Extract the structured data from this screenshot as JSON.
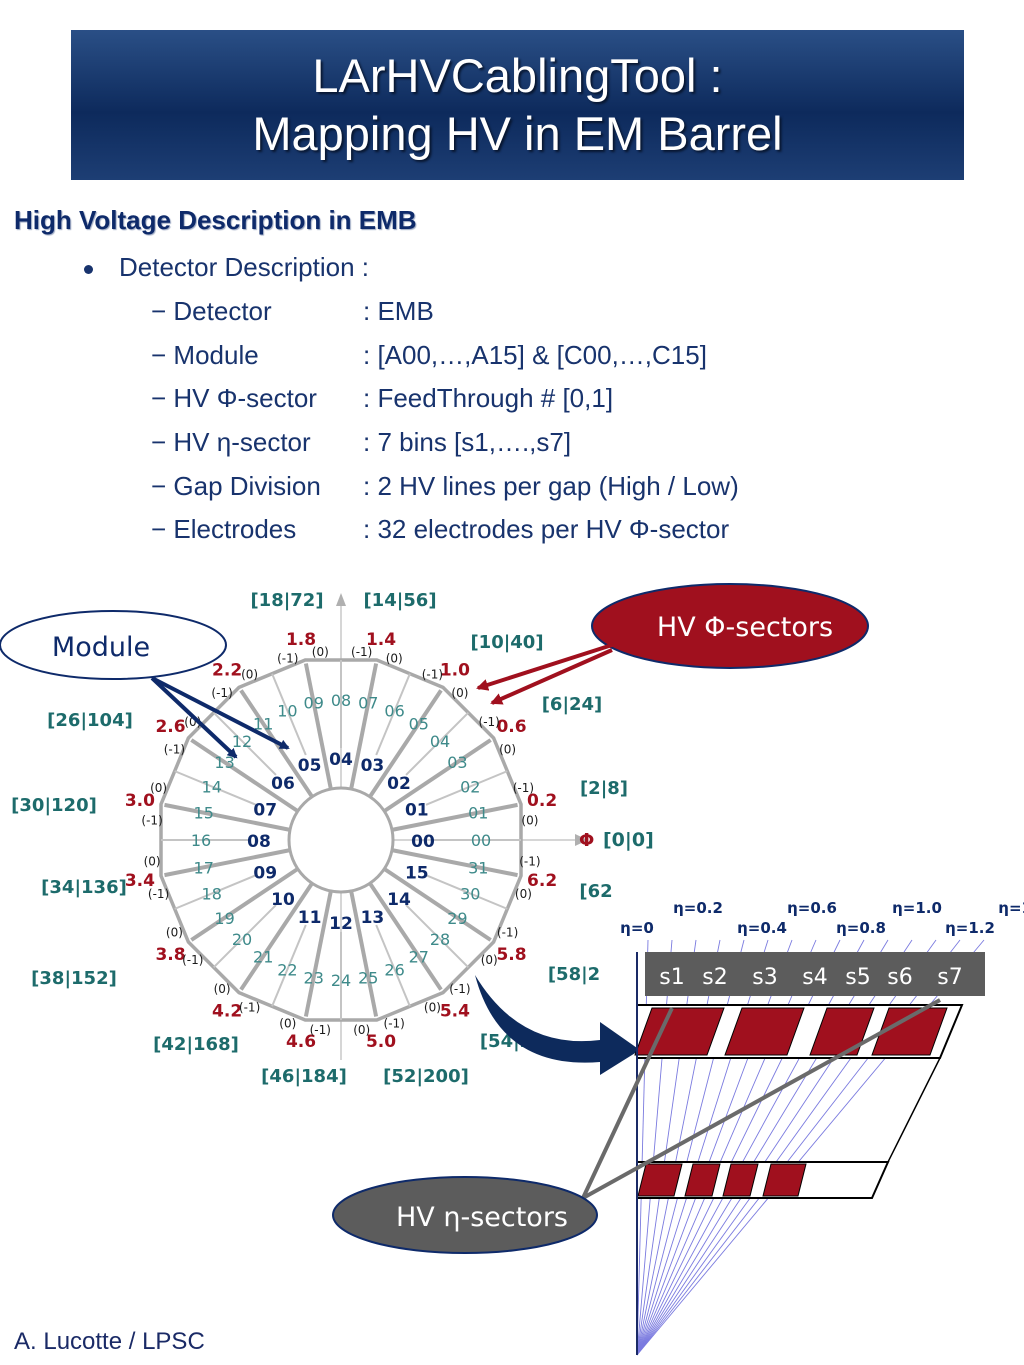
{
  "title": {
    "line1": "LArHVCablingTool :",
    "line2": "Mapping HV in EM Barrel"
  },
  "section_heading": "High Voltage Description in EMB",
  "bullet": "Detector Description :",
  "details": [
    {
      "key": "− Detector",
      "value": ": EMB"
    },
    {
      "key": "− Module",
      "value": ": [A00,…,A15] & [C00,…,C15]"
    },
    {
      "key": "− HV Φ-sector",
      "value": ": FeedThrough #  [0,1]"
    },
    {
      "key": "− HV η-sector",
      "value": ": 7 bins [s1,….,s7]"
    },
    {
      "key": "− Gap Division",
      "value": " : 2 HV lines per gap (High / Low)"
    },
    {
      "key": "− Electrodes",
      "value": ": 32 electrodes per HV Φ-sector"
    }
  ],
  "callouts": {
    "module": "Module",
    "phi_sectors": "HV Φ-sectors",
    "eta_sectors": "HV η-sectors"
  },
  "wheel": {
    "phi_label": "Φ",
    "phi_zero": "[0|0]",
    "bracket_labels": [
      "[18|72]",
      "[14|56]",
      "[10|40]",
      "[6|24]",
      "[2|8]",
      "[62",
      "[58|2",
      "[54|2",
      "[52|200]",
      "[46|184]",
      "[42|168]",
      "[38|152]",
      "[34|136]",
      "[30|120]",
      "[26|104]"
    ],
    "outer_values": [
      "1.8",
      "1.4",
      "1.0",
      "0.6",
      "0.2",
      "6.2",
      "5.8",
      "5.4",
      "5.0",
      "4.6",
      "4.2",
      "3.8",
      "3.4",
      "3.0",
      "2.6",
      "2.2"
    ],
    "electrode_numbers": [
      "00",
      "01",
      "02",
      "03",
      "04",
      "05",
      "06",
      "07",
      "08",
      "09",
      "10",
      "11",
      "12",
      "13",
      "14",
      "15",
      "16",
      "17",
      "18",
      "19",
      "20",
      "21",
      "22",
      "23",
      "24",
      "25",
      "26",
      "27",
      "28",
      "29",
      "30",
      "31"
    ],
    "module_numbers": [
      "00",
      "01",
      "02",
      "03",
      "04",
      "05",
      "06",
      "07",
      "08",
      "09",
      "10",
      "11",
      "12",
      "13",
      "14",
      "15"
    ],
    "side_labels": [
      "(0)",
      "(-1)"
    ]
  },
  "eta": {
    "upper_labels": [
      "η=0.2",
      "η=0.6",
      "η=1.0",
      "η=1."
    ],
    "lower_labels": [
      "η=0",
      "η=0.4",
      "η=0.8",
      "η=1.2"
    ],
    "sector_labels": [
      "s1",
      "s2",
      "s3",
      "s4",
      "s5",
      "s6",
      "s7"
    ]
  },
  "colors": {
    "header_dark": "#0d2a5c",
    "teal_text": "#1d6b6b",
    "crimson": "#a0101e",
    "navy_text": "#0e2a6a",
    "gray_callout": "#5c5c5c"
  },
  "footer": "A. Lucotte / LPSC"
}
